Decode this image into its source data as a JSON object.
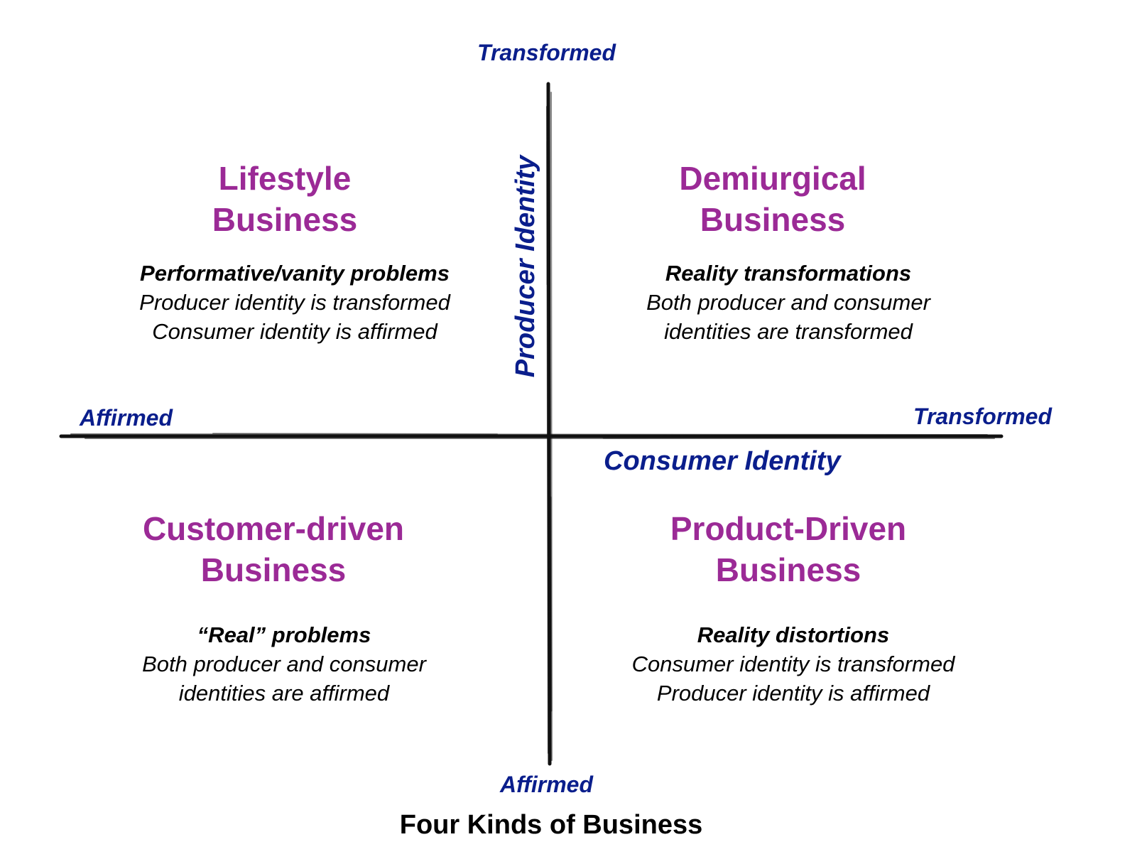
{
  "axes": {
    "vertical": {
      "name": "Producer Identity",
      "top_label": "Transformed",
      "bottom_label": "Affirmed"
    },
    "horizontal": {
      "name": "Consumer Identity",
      "left_label": "Affirmed",
      "right_label": "Transformed"
    },
    "color": "#0a1e8c"
  },
  "quadrants": {
    "top_left": {
      "title_line1": "Lifestyle",
      "title_line2": "Business",
      "heading": "Performative/vanity problems",
      "line1": "Producer identity is transformed",
      "line2": "Consumer identity is affirmed"
    },
    "top_right": {
      "title_line1": "Demiurgical",
      "title_line2": "Business",
      "heading": "Reality transformations",
      "line1": "Both producer and consumer",
      "line2": "identities are transformed"
    },
    "bottom_left": {
      "title_line1": "Customer-driven",
      "title_line2": "Business",
      "heading": "“Real” problems",
      "line1": "Both producer and consumer",
      "line2": "identities are affirmed"
    },
    "bottom_right": {
      "title_line1": "Product-Driven",
      "title_line2": "Business",
      "heading": "Reality distortions",
      "line1": "Consumer identity is transformed",
      "line2": "Producer identity is affirmed"
    }
  },
  "title_color": "#9b2a96",
  "caption": "Four Kinds of Business"
}
